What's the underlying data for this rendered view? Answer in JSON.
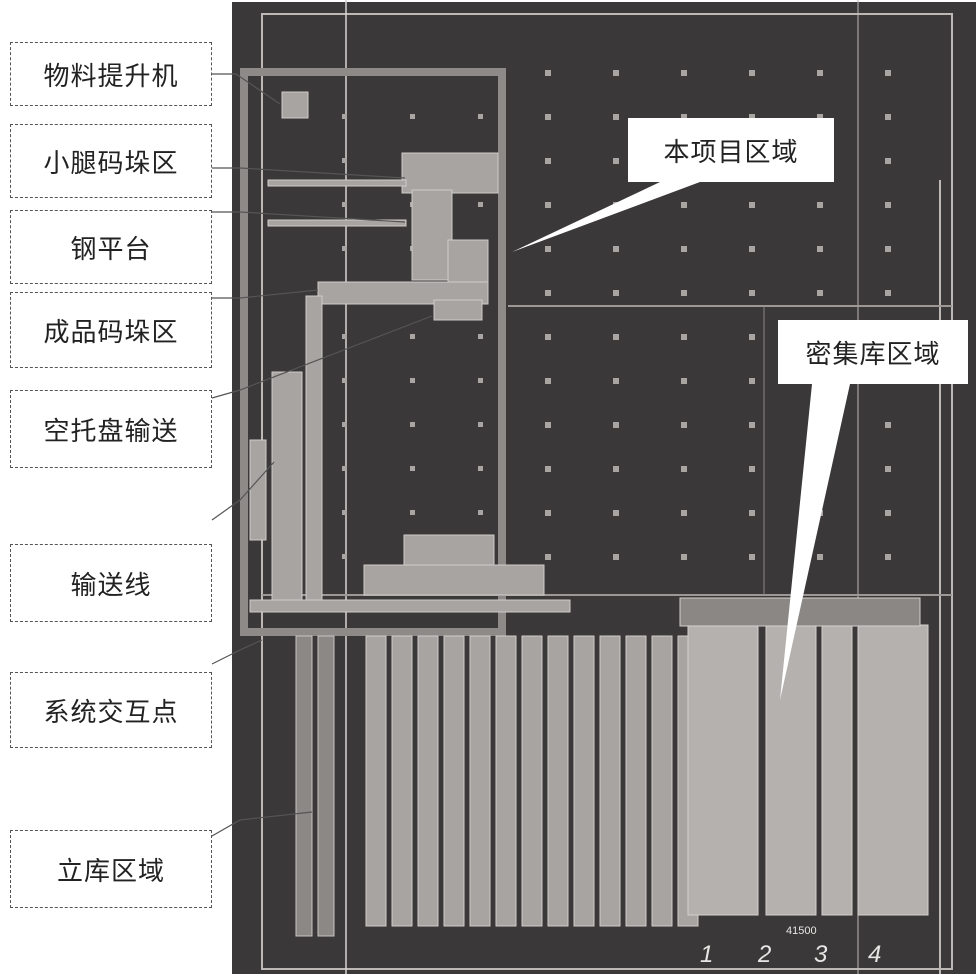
{
  "labels": {
    "material_lift": "物料提升机",
    "small_leg_stack": "小腿码垛区",
    "steel_platform": "钢平台",
    "finished_stack": "成品码垛区",
    "empty_pallet": "空托盘输送",
    "conveyor_line": "输送线",
    "interaction_point": "系统交互点",
    "asrs_area": "立库区域",
    "project_area": "本项目区域",
    "dense_storage": "密集库区域"
  },
  "plan_marks": {
    "lane_numbers": [
      "1",
      "2",
      "3",
      "4"
    ],
    "dimension": "41500"
  },
  "colors": {
    "plan_bg": "#3a3838",
    "project_frame": "#8e8a88",
    "rack_fill": "#a8a4a2"
  }
}
